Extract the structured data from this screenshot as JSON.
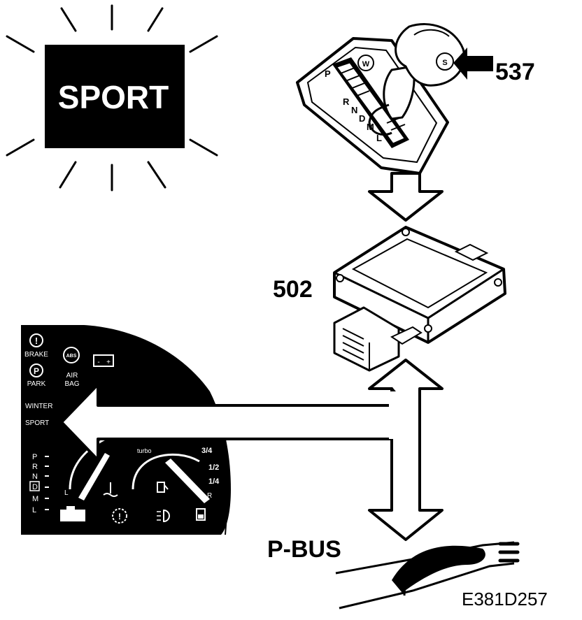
{
  "sport_sign": {
    "text": "SPORT"
  },
  "labels": {
    "gear_selector": "537",
    "control_module": "502",
    "bus": "P-BUS",
    "figure_code": "E381D257"
  },
  "gear_selector": {
    "buttons": [
      "W",
      "S"
    ],
    "positions": [
      "P",
      "R",
      "N",
      "D",
      "M",
      "L"
    ]
  },
  "cluster": {
    "warnings": [
      {
        "icon": "!",
        "label": "BRAKE"
      },
      {
        "icon": "P",
        "label": "PARK"
      },
      {
        "icon": "ABS",
        "label": ""
      },
      {
        "icon": "",
        "label": "AIR"
      },
      {
        "icon": "",
        "label": "BAG"
      }
    ],
    "mode_labels": [
      "WINTER",
      "SPORT"
    ],
    "gear_letters": [
      "P",
      "R",
      "N",
      "D",
      "M",
      "L"
    ],
    "gauge_brand": "turbo",
    "fuel_scale": [
      "3/4",
      "1/2",
      "1/4"
    ],
    "gauge_end_labels": [
      "L",
      "R"
    ],
    "battery_signs": [
      "-",
      "+"
    ]
  },
  "colors": {
    "ink": "#000000",
    "paper": "#ffffff"
  }
}
